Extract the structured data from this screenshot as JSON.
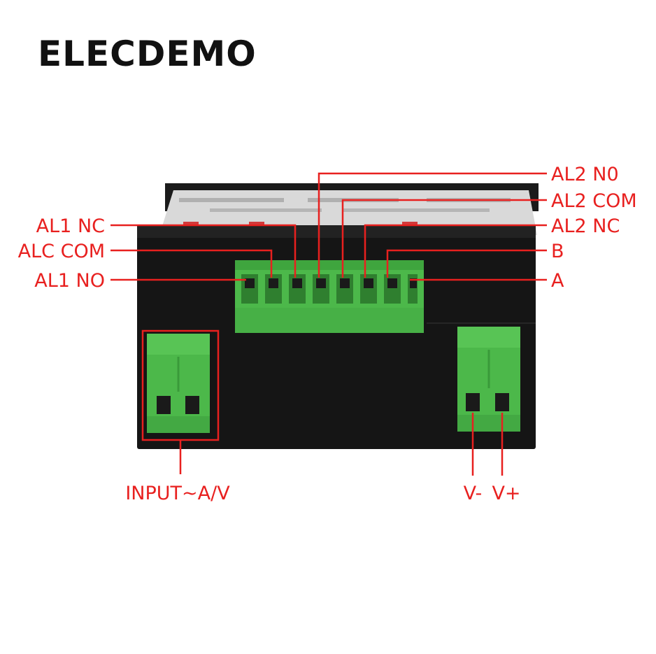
{
  "brand": "ELECDEMO",
  "colors": {
    "annotation": "#e8201f",
    "terminal_green": "#4cb84a",
    "housing": "#151515"
  },
  "labels": {
    "al1_nc": "AL1 NC",
    "alc_com": "ALC COM",
    "al1_no": "AL1 NO",
    "al2_n0": "AL2 N0",
    "al2_com": "AL2 COM",
    "al2_nc": "AL2 NC",
    "b": "B",
    "a": "A",
    "input": "INPUT~A/V",
    "v_minus": "V-",
    "v_plus": "V+"
  }
}
